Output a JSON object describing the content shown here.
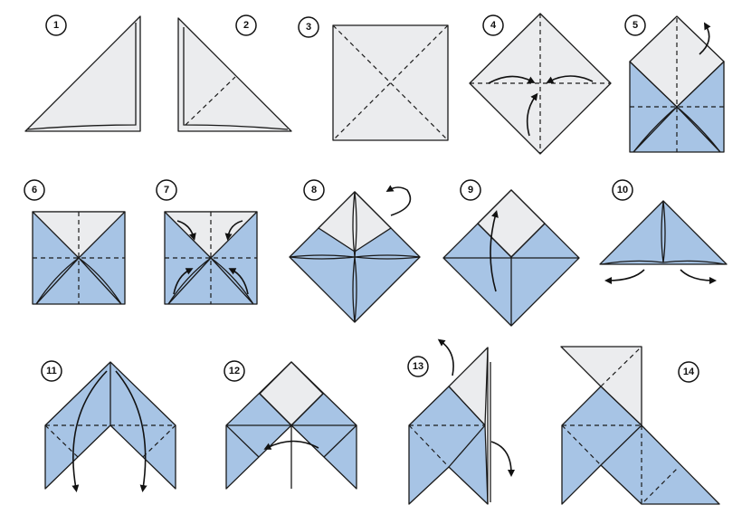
{
  "diagram": {
    "steps": [
      {
        "label": "1"
      },
      {
        "label": "2"
      },
      {
        "label": "3"
      },
      {
        "label": "4"
      },
      {
        "label": "5"
      },
      {
        "label": "6"
      },
      {
        "label": "7"
      },
      {
        "label": "8"
      },
      {
        "label": "9"
      },
      {
        "label": "10"
      },
      {
        "label": "11"
      },
      {
        "label": "12"
      },
      {
        "label": "13"
      },
      {
        "label": "14"
      }
    ],
    "colors": {
      "paper_back": "#ebecee",
      "paper_front": "#a7c4e5",
      "ink": "#1a1a1a"
    }
  }
}
